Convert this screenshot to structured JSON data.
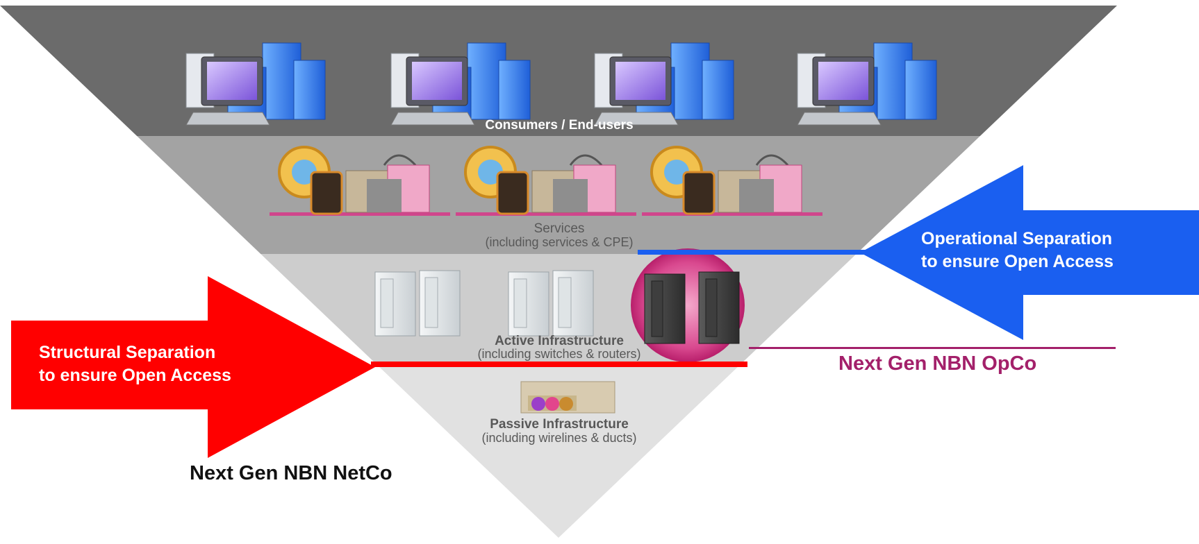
{
  "layers": {
    "consumers": {
      "title": "Consumers / End-users"
    },
    "services": {
      "title": "Services",
      "subtitle": "(including services & CPE)"
    },
    "active": {
      "title": "Active Infrastructure",
      "subtitle": "(including switches & routers)"
    },
    "passive": {
      "title": "Passive Infrastructure",
      "subtitle": "(including wirelines & ducts)"
    }
  },
  "arrows": {
    "structural": {
      "line1": "Structural Separation",
      "line2": "to ensure Open Access",
      "color": "#ff0000"
    },
    "operational": {
      "line1": "Operational Separation",
      "line2": "to ensure Open Access",
      "color": "#1a5ff0"
    }
  },
  "entities": {
    "netco": {
      "label": "Next Gen NBN NetCo",
      "color": "#111111"
    },
    "opco": {
      "label": "Next Gen NBN OpCo",
      "color": "#a3206a"
    }
  },
  "icons": {
    "consumers": [
      "office-building-computer-icon",
      "office-building-computer-icon",
      "office-building-computer-icon",
      "office-building-computer-icon"
    ],
    "services": [
      "services-cpe-icon",
      "services-cpe-icon",
      "services-cpe-icon"
    ],
    "active": [
      "server-rack-icon",
      "server-rack-icon",
      "highlighted-server-rack-icon"
    ],
    "passive": [
      "duct-cables-icon"
    ]
  },
  "colors": {
    "layer_consumers": "#6b6b6b",
    "layer_services": "#a3a3a3",
    "layer_active": "#cdcdcd",
    "layer_passive": "#e1e1e1",
    "highlight": "#d43d86"
  }
}
